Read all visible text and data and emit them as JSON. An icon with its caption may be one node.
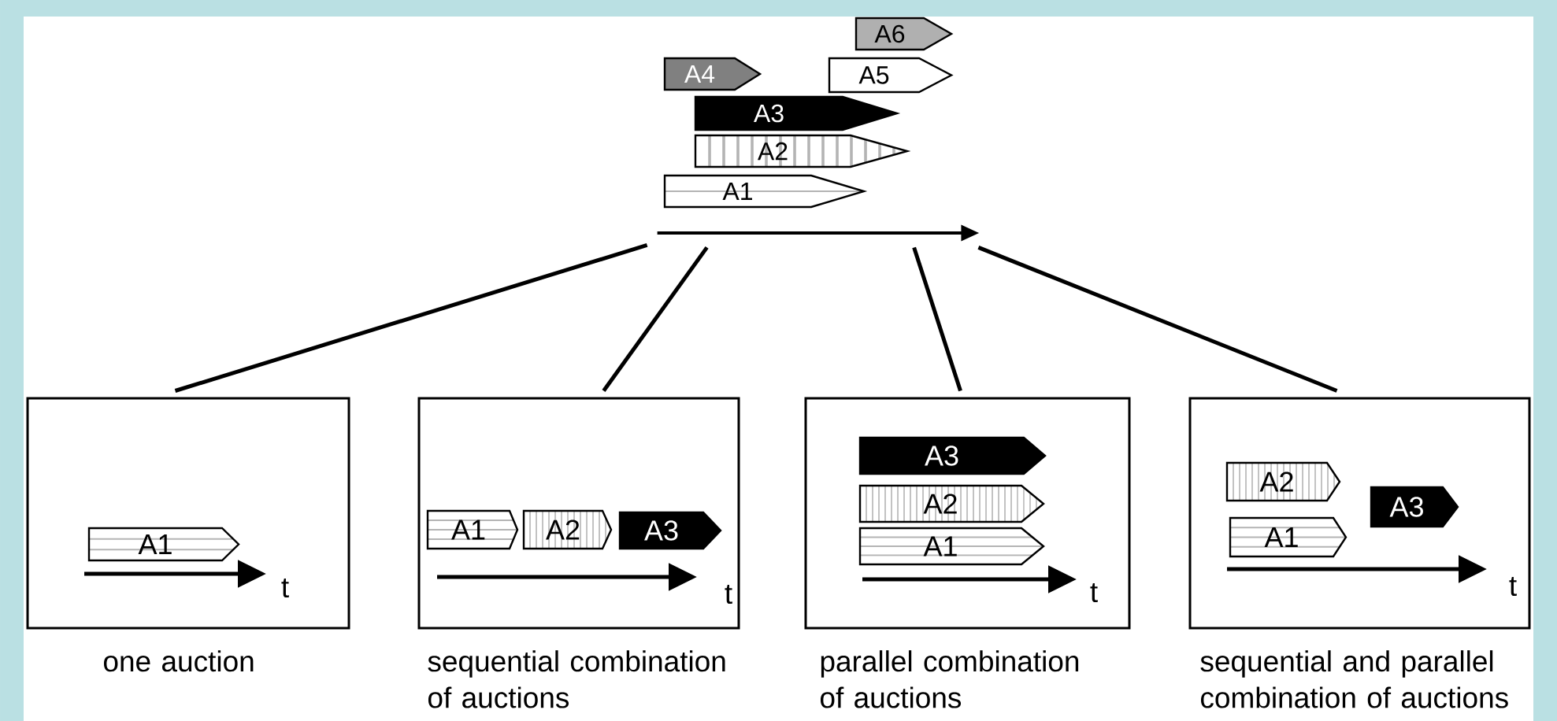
{
  "diagram": {
    "nodes": [
      {
        "text": [
          "A6"
        ]
      },
      {
        "text": [
          "A4"
        ]
      },
      {
        "text": [
          "A5"
        ]
      },
      {
        "text": [
          "A3"
        ]
      },
      {
        "text": [
          "A2"
        ]
      },
      {
        "text": [
          "A1"
        ]
      },
      {
        "text": [],
        "shape": "arrow"
      },
      {
        "text": [],
        "shape": "box",
        "beside": [
          "one auction"
        ]
      },
      {
        "text": [
          "A1"
        ],
        "in": 7
      },
      {
        "text": [],
        "shape": "box",
        "beside": [
          "sequential combination of auctions"
        ]
      },
      {
        "text": [
          "A1"
        ],
        "in": 9
      },
      {
        "text": [
          "A2"
        ],
        "in": 9
      },
      {
        "text": [
          "A3"
        ],
        "in": 9
      },
      {
        "text": [],
        "shape": "box",
        "beside": [
          "parallel combination of auctions"
        ]
      },
      {
        "text": [
          "A3"
        ],
        "in": 13
      },
      {
        "text": [
          "A2"
        ],
        "in": 13
      },
      {
        "text": [
          "A1"
        ],
        "in": 13
      },
      {
        "text": [],
        "shape": "box",
        "beside": [
          "sequential and parallel combination of auctions"
        ]
      },
      {
        "text": [
          "A2"
        ],
        "in": 17
      },
      {
        "text": [
          "A3"
        ],
        "in": 17
      },
      {
        "text": [
          "A1"
        ],
        "in": 17
      }
    ],
    "edges": [
      {
        "from": 6,
        "to": 7,
        "arrow": "none"
      },
      {
        "from": 6,
        "to": 9,
        "arrow": "none"
      },
      {
        "from": 6,
        "to": 13,
        "arrow": "none"
      },
      {
        "from": 6,
        "to": 17,
        "arrow": "none"
      }
    ],
    "labels": [
      "t",
      "t",
      "t",
      "t"
    ]
  }
}
